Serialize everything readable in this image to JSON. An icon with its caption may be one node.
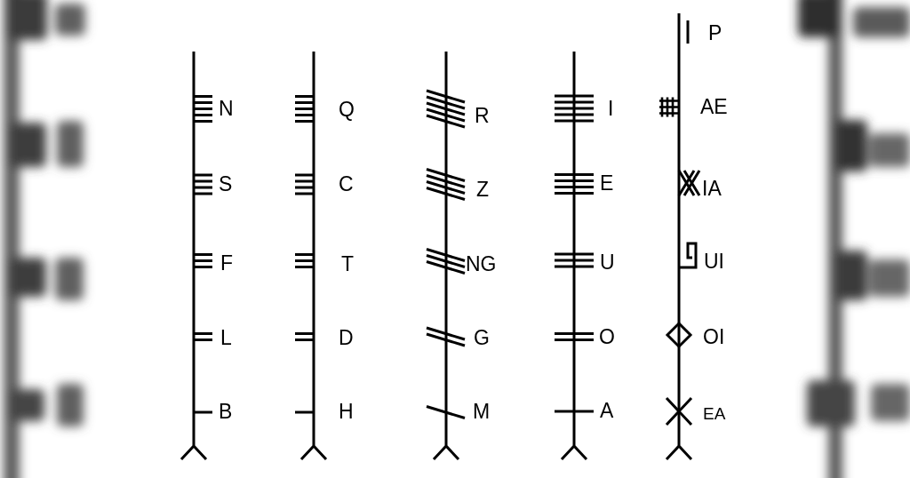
{
  "diagram": {
    "labels": [
      "N",
      "S",
      "F",
      "L",
      "B",
      "Q",
      "C",
      "T",
      "D",
      "H",
      "R",
      "Z",
      "NG",
      "G",
      "M",
      "I",
      "E",
      "U",
      "O",
      "A",
      "P",
      "AE",
      "IA",
      "UI",
      "OI",
      "EA"
    ]
  }
}
